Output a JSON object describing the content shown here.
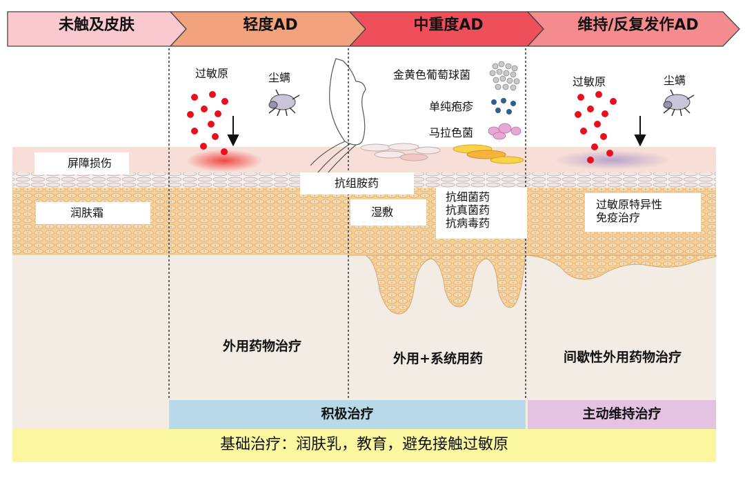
{
  "stages": [
    {
      "label": "未触及皮肤",
      "color": "#f9c9cf"
    },
    {
      "label": "轻度AD",
      "color": "#f2a37e"
    },
    {
      "label": "中重度AD",
      "color": "#ee4f5b"
    },
    {
      "label": "维持/反复发作AD",
      "color": "#f48b8e"
    }
  ],
  "annotations": {
    "allergen1": "过敏原",
    "mite1": "尘螨",
    "allergen2": "过敏原",
    "mite2": "尘螨",
    "staph": "金黄色葡萄球菌",
    "herpes": "单纯疱疹",
    "malassezia": "马拉色菌"
  },
  "label_boxes": {
    "barrier": "屏障损伤",
    "moisturizer": "润肤霜",
    "antihistamine": "抗组胺药",
    "wet_wrap": "湿敷",
    "anti_microbial": [
      "抗细菌药",
      "抗真菌药",
      "抗病毒药"
    ],
    "allergen_immuno": [
      "过敏原特异性",
      "免疫治疗"
    ]
  },
  "treatments": {
    "mild": "外用药物治疗",
    "moderate": "外用+系统用药",
    "maintenance": "间歇性外用药物治疗"
  },
  "bars": {
    "active": "积极治疗",
    "maintain": "主动维持治疗",
    "basic": "基础治疗：润肤乳，教育，避免接触过敏原"
  },
  "colors": {
    "active_bar": "#b8d9ea",
    "maintain_bar": "#e4c2e2",
    "basic_bar": "#fbf7a0",
    "allergen": "#e8101e",
    "skin_tan": "#f6d39a",
    "dermis": "#f3ece4"
  }
}
